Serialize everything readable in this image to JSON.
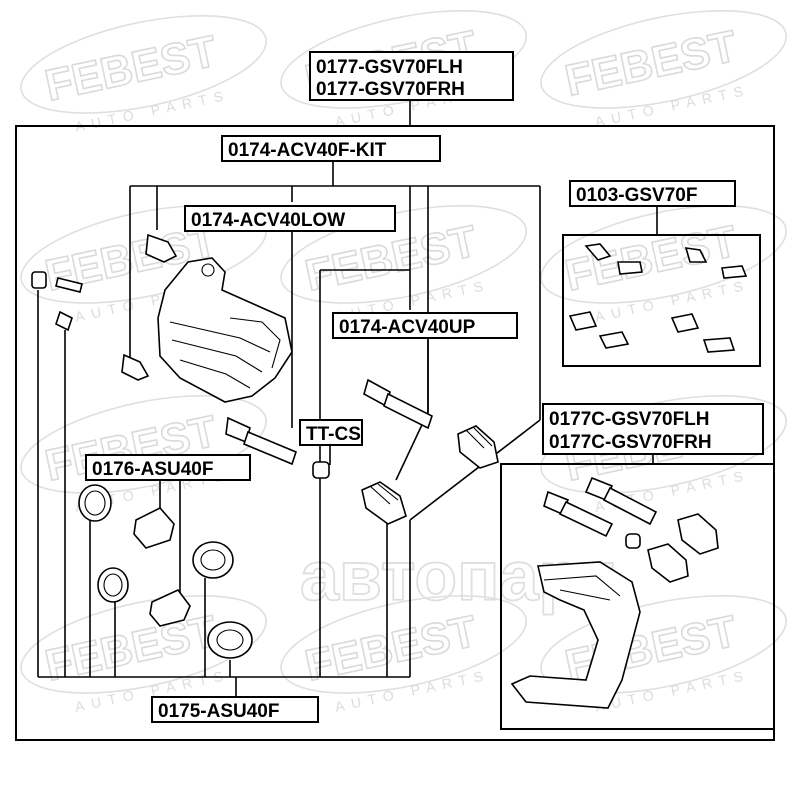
{
  "brand": {
    "watermark_text": "FEBEST",
    "watermark_subtext": "AUTO PARTS",
    "center_watermark": "автопарт"
  },
  "labels": {
    "caliper_assembly_line1": "0177-GSV70FLH",
    "caliper_assembly_line2": "0177-GSV70FRH",
    "guide_pin_kit": "0174-ACV40F-KIT",
    "guide_pin_lower": "0174-ACV40LOW",
    "guide_pin_upper": "0174-ACV40UP",
    "pad_clip_kit": "0103-GSV70F",
    "grease": "TT-CS",
    "caliper_support_line1": "0177C-GSV70FLH",
    "caliper_support_line2": "0177C-GSV70FRH",
    "piston_repair_kit": "0176-ASU40F",
    "caliper_repair_kit": "0175-ASU40F"
  },
  "colors": {
    "line": "#000000",
    "watermark": "#d6d6d6",
    "background": "#ffffff"
  }
}
